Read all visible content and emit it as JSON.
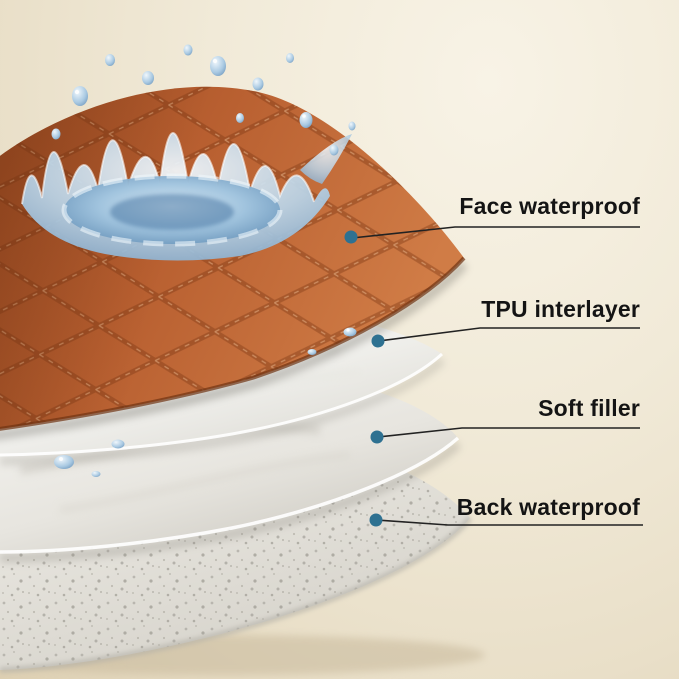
{
  "diagram": {
    "layers": [
      {
        "label": "Face waterproof"
      },
      {
        "label": "TPU interlayer"
      },
      {
        "label": "Soft filler"
      },
      {
        "label": "Back waterproof"
      }
    ],
    "colors": {
      "marker_dot": "#2e7191",
      "leader_line": "#222222",
      "label_text": "#141414",
      "fabric_orange": "#b85f30",
      "water_blue": "#8fb8d8",
      "background_cream": "#f1ead8"
    }
  }
}
